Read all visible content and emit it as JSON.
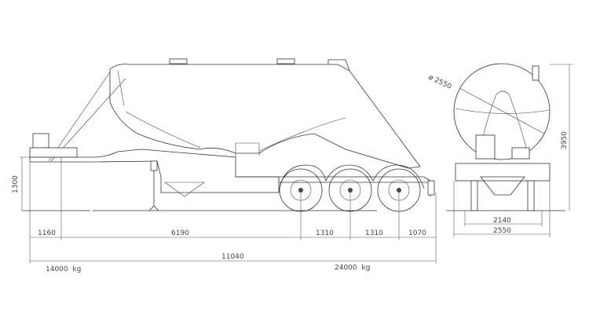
{
  "drawing": {
    "side_view": {
      "dim_height": "1300",
      "dim_kingpin_offset": "1160",
      "dim_wheelbase": "6190",
      "dim_axle_spacing_1": "1310",
      "dim_axle_spacing_2": "1310",
      "dim_rear_overhang": "1070",
      "dim_total_length": "11040",
      "load_kingpin": "14000  kg",
      "load_axles": "24000  kg"
    },
    "rear_view": {
      "dim_diameter": "ø 2550",
      "dim_total_height": "3950",
      "dim_track": "2140",
      "dim_width": "2550"
    }
  }
}
